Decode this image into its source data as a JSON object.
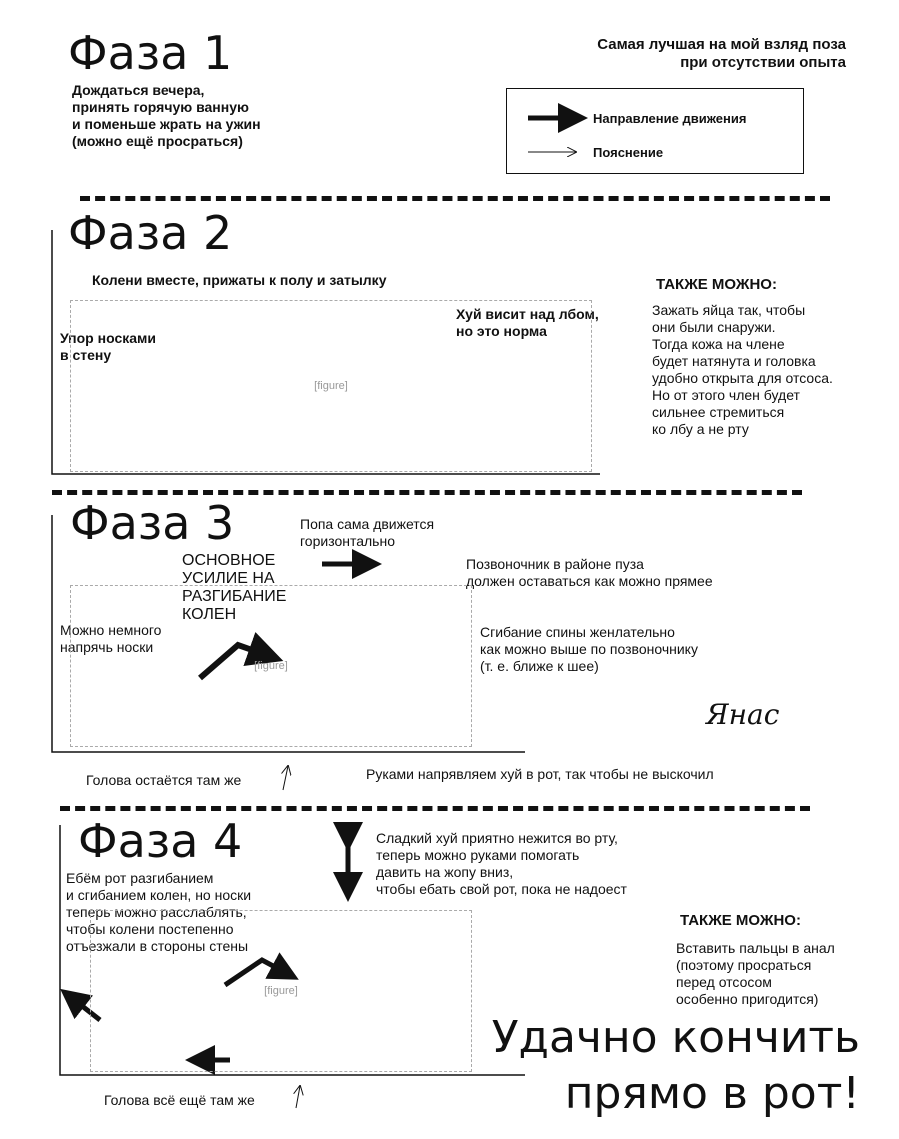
{
  "header": {
    "title_right": "Самая лучшая на мой взляд поза\nпри отсутствии  опыта"
  },
  "legend": {
    "bold_arrow": "Направление движения",
    "thin_arrow": "Пояснение"
  },
  "phase1": {
    "title": "Фаза 1",
    "text": "Дождаться вечера,\nпринять горячую ванную\nи поменьше жрать на ужин\n(можно ещё просраться)"
  },
  "phase2": {
    "title": "Фаза 2",
    "knees": "Колени вместе, прижаты к полу и затылку",
    "toes": "Упор носками\nв стену",
    "hangs": "Хуй висит над лбом,\nно это норма",
    "also_title": "ТАКЖЕ МОЖНО:",
    "also_text": "Зажать яйца так, чтобы\nони были снаружи.\nТогда кожа на члене\nбудет натянута и головка\nудобно открыта для отсоса.\nНо от этого член будет\nсильнее стремиться\nко лбу а не рту"
  },
  "phase3": {
    "title": "Фаза 3",
    "butt": "Попа сама движется\nгоризонтально",
    "effort": "ОСНОВНОЕ\nУСИЛИЕ НА\nРАЗГИБАНИЕ\nКОЛЕН",
    "toes": "Можно немного\nнапрячь носки",
    "spine": "Позвоночник в районе пуза\nдолжен оставаться как можно прямее",
    "bend": "Сгибание спины женлательно\nкак можно выше по позвоночнику\n(т. е. ближе к шее)",
    "head": "Голова остаётся там же",
    "hands": "Руками напрявляем хуй в рот, так чтобы не выскочил",
    "signature": "Янас"
  },
  "phase4": {
    "title": "Фаза 4",
    "sweet": "Сладкий хуй приятно нежится во рту,\nтеперь можно руками помогать\nдавить на жопу вниз,\nчтобы ебать свой рот, пока не надоест",
    "left": "Ебём рот разгибанием\nи сгибанием колен, но носки\nтеперь можно расслаблять,\nчтобы колени постепенно\nотъезжали в стороны стены",
    "also_title": "ТАКЖЕ МОЖНО:",
    "also_text": "Вставить пальцы в анал\n(поэтому просраться\nперед отсосом\nособенно пригодится)",
    "head": "Голова всё ещё там же",
    "final": "Удачно кончить\nпрямо в рот!"
  },
  "placeholders": {
    "figure": "[figure]"
  }
}
